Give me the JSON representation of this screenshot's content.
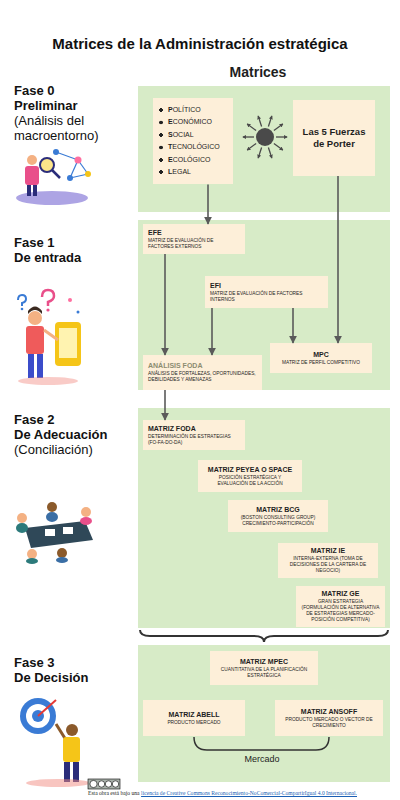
{
  "diagram": {
    "title": "Matrices de la Administración estratégica",
    "nodes": [
      {
        "text": [
          "Fase 0",
          "Preliminar",
          "(Análisis del macroentorno)"
        ]
      },
      {
        "text": [
          "POLÍTICO",
          "ECONÓMICO",
          "SOCIAL",
          "TECNOLÓGICO",
          "ECOLÓGICO",
          "LEGAL"
        ],
        "in": 0
      },
      {
        "text": [
          "Las 5 Fuerzas de Porter"
        ],
        "in": 0
      },
      {
        "text": [
          "Fase 1",
          "De entrada"
        ]
      },
      {
        "text": [
          "EFE",
          "MATRIZ DE EVALUACIÓN DE FACTORES EXTERNOS"
        ],
        "in": 3
      },
      {
        "text": [
          "EFI",
          "MATRIZ DE EVALUACIÓN DE FACTORES INTERNOS"
        ],
        "in": 3
      },
      {
        "text": [
          "ANÁLISIS FODA",
          "ANÁLISIS DE FORTALEZAS, OPORTUNIDADES, DEBILIDADES Y AMENAZAS"
        ],
        "in": 3
      },
      {
        "text": [
          "MPC",
          "MATRIZ DE PERFIL COMPETITIVO"
        ],
        "in": 3
      },
      {
        "text": [
          "Fase 2",
          "De Adecuación",
          "(Conciliación)"
        ]
      },
      {
        "text": [
          "MATRIZ FODA",
          "DETERMINACIÓN DE ESTRATEGIAS (FO-FA-DO-DA)"
        ],
        "in": 8
      },
      {
        "text": [
          "MATRIZ PEYEA O SPACE",
          "POSICIÓN ESTRATÉGICA Y EVALUACIÓN DE LA ACCIÓN"
        ],
        "in": 8
      },
      {
        "text": [
          "MATRIZ BCG",
          "(BOSTON CONSULTING GROUP) CRECIMIENTO-PARTICIPACIÓN"
        ],
        "in": 8
      },
      {
        "text": [
          "MATRIZ IE",
          "INTERNA-EXTERNA (TOMA DE DECISIONES DE LA CARTERA DE NEGOCIO)"
        ],
        "in": 8
      },
      {
        "text": [
          "MATRIZ GE",
          "GRAN ESTRATEGIA (FORMULACIÓN DE ALTERNATIVA DE ESTRATEGIAS MERCADO-POSICIÓN COMPETITIVA)"
        ],
        "in": 8
      },
      {
        "text": [
          "Fase 3",
          "De Decisión"
        ]
      },
      {
        "text": [
          "MATRIZ MPEC",
          "CUANTITATIVA DE LA PLANIFICACIÓN ESTRATÉGICA"
        ],
        "in": 14
      },
      {
        "text": [
          "MATRIZ ABELL",
          "PRODUCTO MERCADO"
        ],
        "in": 14
      },
      {
        "text": [
          "MATRIZ ANSOFF",
          "PRODUCTO MERCADO O VECTOR DE CRECIMIENTO"
        ],
        "in": 14
      }
    ],
    "edges": [
      {
        "from": 1,
        "to": 4,
        "arrow": "to"
      },
      {
        "from": 2,
        "to": 7,
        "arrow": "to"
      },
      {
        "from": 4,
        "to": 6,
        "arrow": "to"
      },
      {
        "from": 5,
        "to": 6,
        "arrow": "to"
      },
      {
        "from": 5,
        "to": 7,
        "arrow": "to"
      },
      {
        "from": 6,
        "to": 9,
        "arrow": "to"
      }
    ],
    "labels": [
      "Matrices",
      "Mercado",
      "Esta obra está bajo una",
      "licencia de Creative Commons Reconocimiento-NoComercial-CompartirIgual 4.0 Internacional."
    ]
  }
}
